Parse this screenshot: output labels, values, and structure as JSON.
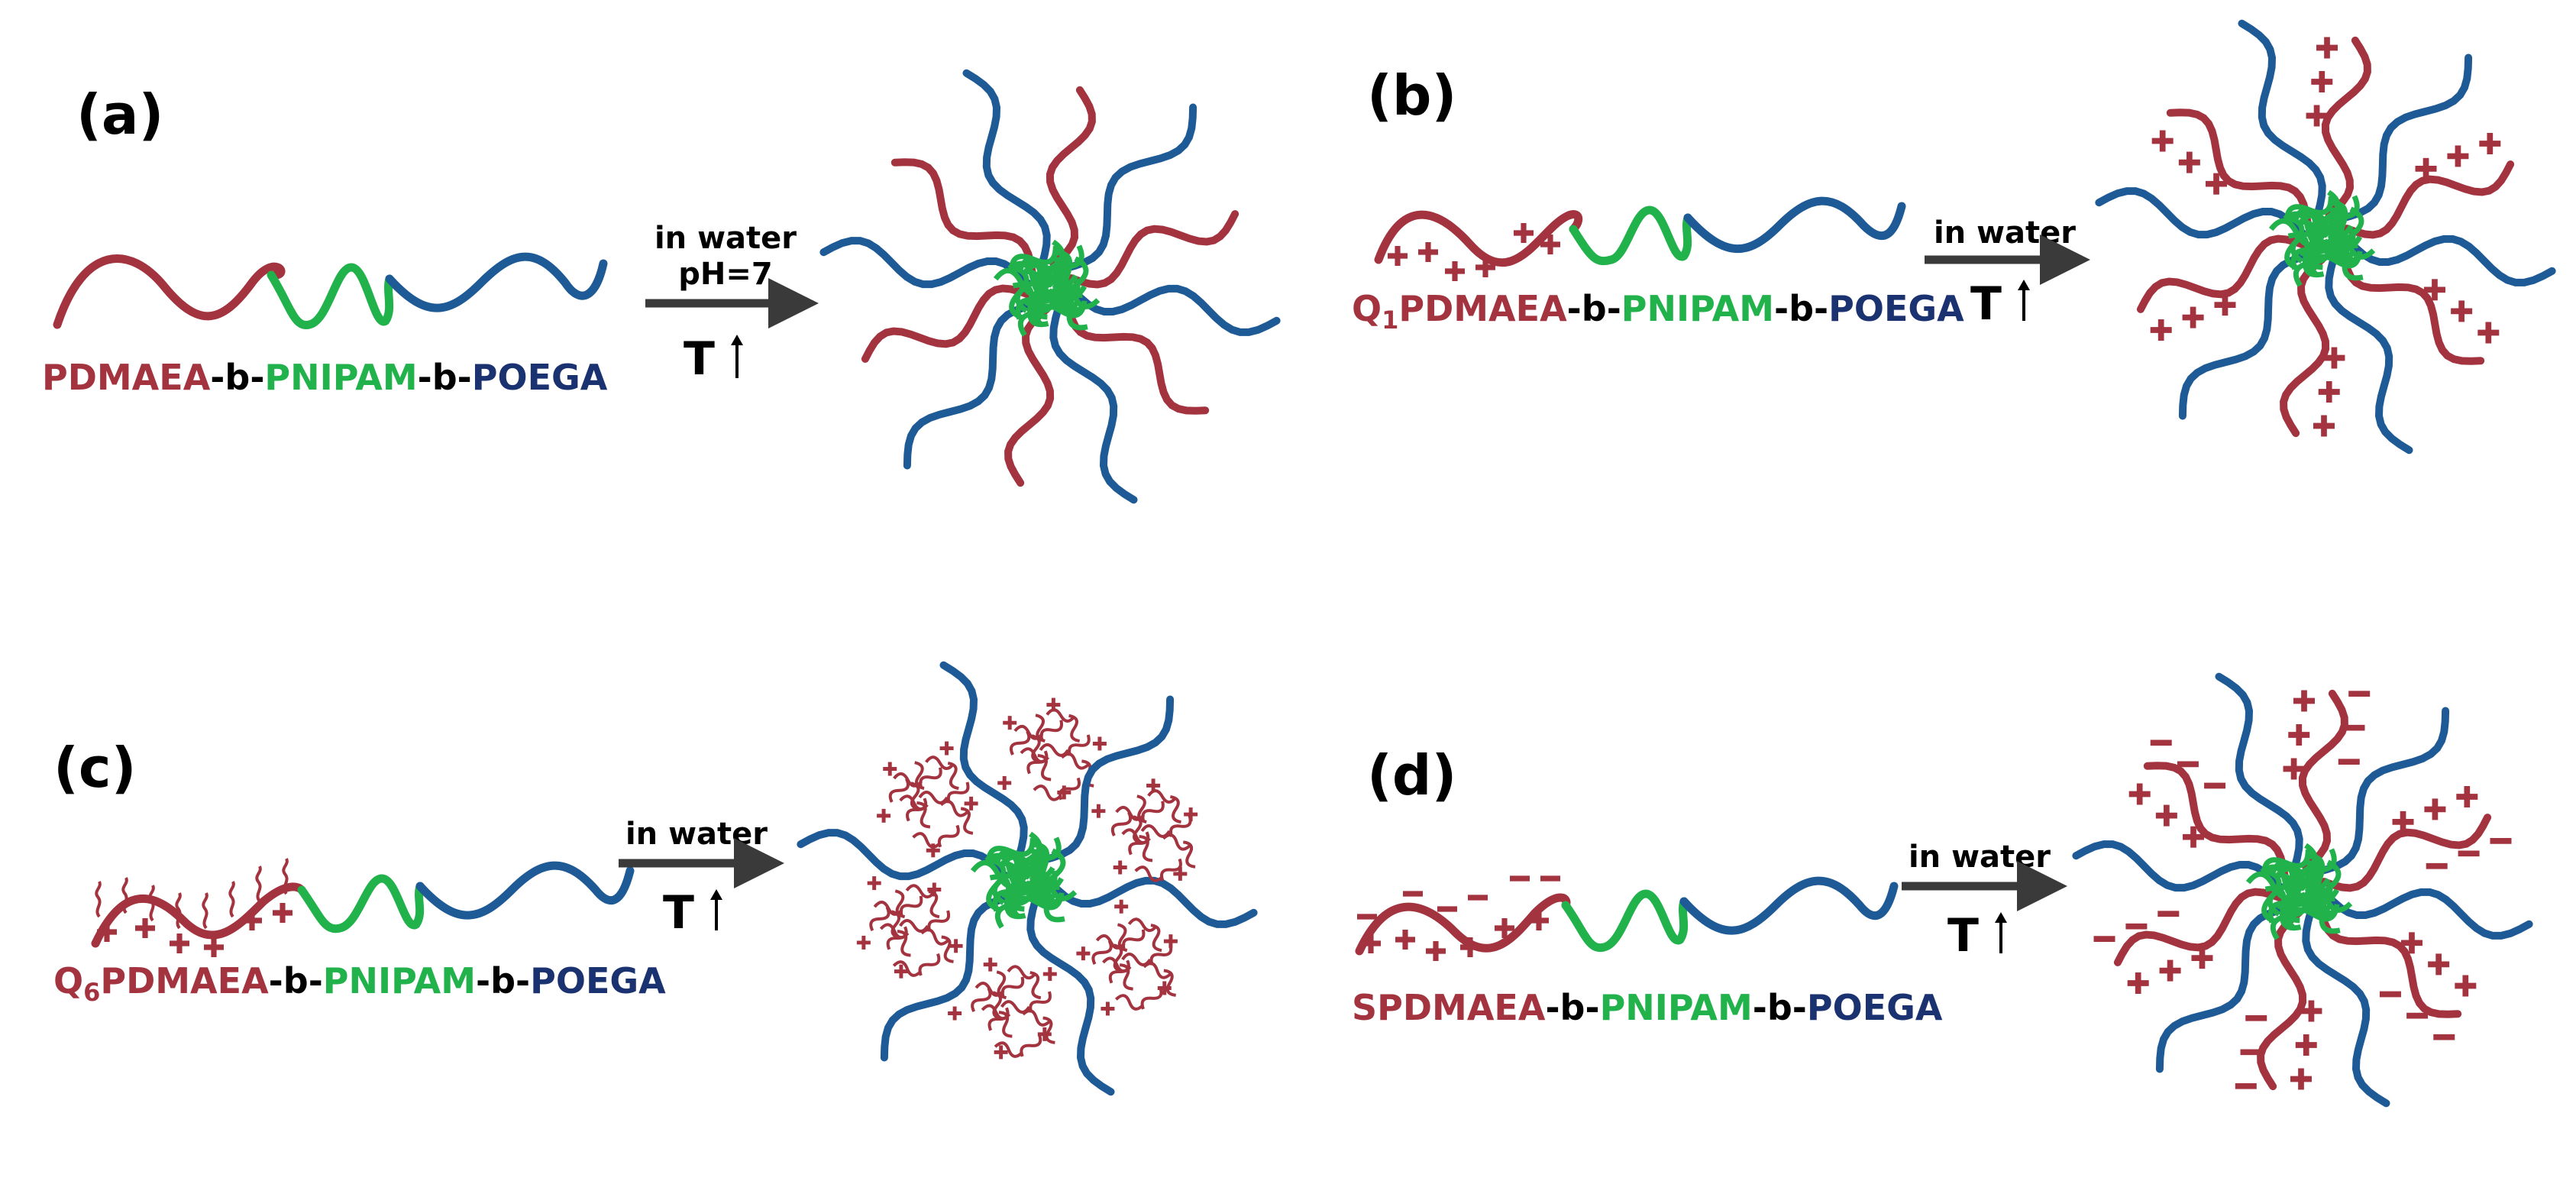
{
  "colors": {
    "pdmaea": "#A3333E",
    "pnipam": "#22B24C",
    "poega": "#1D5A96",
    "arrow": "#3a3a3a",
    "text": "#000000",
    "label_blue": "#1B3270"
  },
  "panels": [
    {
      "id": "a",
      "label": "(a)",
      "formula": {
        "prefix": "",
        "subscript": "",
        "block1": "PDMAEA",
        "sep1": "-b-",
        "block2": "PNIPAM",
        "sep2": "-b-",
        "block3": "POEGA"
      },
      "condition_lines": [
        "in water",
        "pH=7"
      ],
      "temperature": "T",
      "charges": "none"
    },
    {
      "id": "b",
      "label": "(b)",
      "formula": {
        "prefix": "Q",
        "subscript": "1",
        "block1": "PDMAEA",
        "sep1": "-b-",
        "block2": "PNIPAM",
        "sep2": "-b-",
        "block3": "POEGA"
      },
      "condition_lines": [
        "in water"
      ],
      "temperature": "T",
      "charges": "plus"
    },
    {
      "id": "c",
      "label": "(c)",
      "formula": {
        "prefix": "Q",
        "subscript": "6",
        "block1": "PDMAEA",
        "sep1": "-b-",
        "block2": "PNIPAM",
        "sep2": "-b-",
        "block3": "POEGA"
      },
      "condition_lines": [
        "in water"
      ],
      "temperature": "T",
      "charges": "plus-brush"
    },
    {
      "id": "d",
      "label": "(d)",
      "formula": {
        "prefix": "S",
        "subscript": "",
        "block1": "PDMAEA",
        "sep1": "-b-",
        "block2": "PNIPAM",
        "sep2": "-b-",
        "block3": "POEGA"
      },
      "condition_lines": [
        "in water"
      ],
      "temperature": "T",
      "charges": "zwitterion"
    }
  ]
}
